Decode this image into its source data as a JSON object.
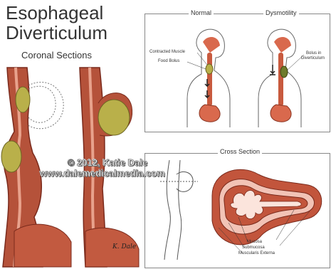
{
  "title": {
    "line1": "Esophageal",
    "line2": "Diverticulum"
  },
  "subtitle": "Coronal Sections",
  "panels": {
    "normal_dysmotility": {
      "title_normal": "Normal",
      "title_dysmotility": "Dysmotility",
      "labels": {
        "contracted_muscle": "Contracted Muscle",
        "food_bolus": "Food Bolus",
        "bolus_in_diverticulum_1": "Bolus in",
        "bolus_in_diverticulum_2": "Diverticulum"
      }
    },
    "cross_section": {
      "title": "Cross Section",
      "labels": {
        "mucosa": "Mucosa",
        "submucosa": "Submucosa",
        "muscularis_externa": "Muscularis Externa"
      }
    }
  },
  "watermark": {
    "line1": "© 2012, Katie Dale",
    "line2": "www.dalemedicalmedia.com"
  },
  "signature": "K. Dale",
  "colors": {
    "tissue": "#b5523a",
    "tissue_dark": "#7a2a1c",
    "bolus": "#b9b04a",
    "lining": "#e8a28c",
    "stomach": "#d9694d",
    "outline": "#555555"
  }
}
